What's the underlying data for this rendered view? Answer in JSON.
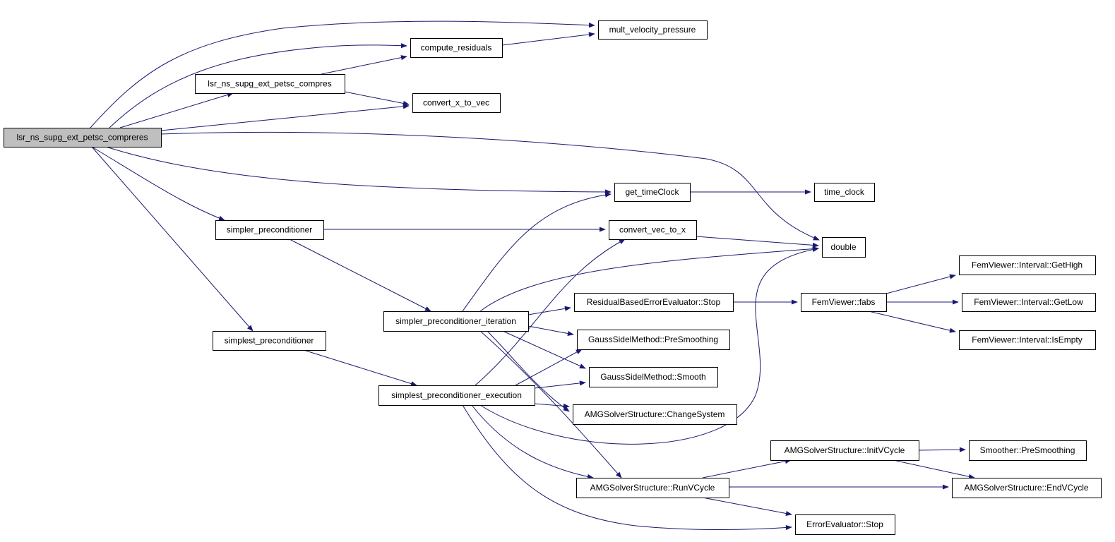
{
  "diagram": {
    "type": "call-graph",
    "edge_color": "#191970",
    "root_fill": "#bfbfbf",
    "node_fill": "#ffffff",
    "nodes": [
      {
        "id": "root",
        "label": "lsr_ns_supg_ext_petsc_compreres",
        "root": true
      },
      {
        "id": "mult_vp",
        "label": "mult_velocity_pressure"
      },
      {
        "id": "compute_res",
        "label": "compute_residuals"
      },
      {
        "id": "compres",
        "label": "lsr_ns_supg_ext_petsc_compres"
      },
      {
        "id": "x_to_vec",
        "label": "convert_x_to_vec"
      },
      {
        "id": "get_time",
        "label": "get_timeClock"
      },
      {
        "id": "time_clock",
        "label": "time_clock"
      },
      {
        "id": "simpler_pc",
        "label": "simpler_preconditioner"
      },
      {
        "id": "vec_to_x",
        "label": "convert_vec_to_x"
      },
      {
        "id": "double",
        "label": "double"
      },
      {
        "id": "simplest_pc",
        "label": "simplest_preconditioner"
      },
      {
        "id": "simpler_it",
        "label": "simpler_preconditioner_iteration"
      },
      {
        "id": "rbe_stop",
        "label": "ResidualBasedErrorEvaluator::Stop"
      },
      {
        "id": "fabs",
        "label": "FemViewer::fabs"
      },
      {
        "id": "gethigh",
        "label": "FemViewer::Interval::GetHigh"
      },
      {
        "id": "getlow",
        "label": "FemViewer::Interval::GetLow"
      },
      {
        "id": "isempty",
        "label": "FemViewer::Interval::IsEmpty"
      },
      {
        "id": "gs_pre",
        "label": "GaussSidelMethod::PreSmoothing"
      },
      {
        "id": "gs_smooth",
        "label": "GaussSidelMethod::Smooth"
      },
      {
        "id": "simplest_ex",
        "label": "simplest_preconditioner_execution"
      },
      {
        "id": "amg_change",
        "label": "AMGSolverStructure::ChangeSystem"
      },
      {
        "id": "amg_init",
        "label": "AMGSolverStructure::InitVCycle"
      },
      {
        "id": "sm_pre",
        "label": "Smoother::PreSmoothing"
      },
      {
        "id": "amg_run",
        "label": "AMGSolverStructure::RunVCycle"
      },
      {
        "id": "amg_end",
        "label": "AMGSolverStructure::EndVCycle"
      },
      {
        "id": "err_stop",
        "label": "ErrorEvaluator::Stop"
      }
    ],
    "edges": [
      [
        "root",
        "mult_vp"
      ],
      [
        "root",
        "compute_res"
      ],
      [
        "root",
        "compres"
      ],
      [
        "root",
        "x_to_vec"
      ],
      [
        "root",
        "double"
      ],
      [
        "root",
        "get_time"
      ],
      [
        "root",
        "simpler_pc"
      ],
      [
        "root",
        "simplest_pc"
      ],
      [
        "compute_res",
        "mult_vp"
      ],
      [
        "compres",
        "compute_res"
      ],
      [
        "compres",
        "x_to_vec"
      ],
      [
        "get_time",
        "time_clock"
      ],
      [
        "simpler_pc",
        "vec_to_x"
      ],
      [
        "simpler_pc",
        "simpler_it"
      ],
      [
        "vec_to_x",
        "double"
      ],
      [
        "simplest_pc",
        "simplest_ex"
      ],
      [
        "simpler_it",
        "get_time"
      ],
      [
        "simpler_it",
        "double"
      ],
      [
        "simpler_it",
        "rbe_stop"
      ],
      [
        "simpler_it",
        "gs_pre"
      ],
      [
        "simpler_it",
        "gs_smooth"
      ],
      [
        "simpler_it",
        "amg_change"
      ],
      [
        "simpler_it",
        "amg_run"
      ],
      [
        "rbe_stop",
        "fabs"
      ],
      [
        "fabs",
        "gethigh"
      ],
      [
        "fabs",
        "getlow"
      ],
      [
        "fabs",
        "isempty"
      ],
      [
        "simplest_ex",
        "vec_to_x"
      ],
      [
        "simplest_ex",
        "gs_pre"
      ],
      [
        "simplest_ex",
        "gs_smooth"
      ],
      [
        "simplest_ex",
        "amg_change"
      ],
      [
        "simplest_ex",
        "double"
      ],
      [
        "simplest_ex",
        "amg_run"
      ],
      [
        "simplest_ex",
        "err_stop"
      ],
      [
        "amg_run",
        "amg_init"
      ],
      [
        "amg_run",
        "amg_end"
      ],
      [
        "amg_run",
        "err_stop"
      ],
      [
        "amg_init",
        "sm_pre"
      ],
      [
        "amg_init",
        "amg_end"
      ]
    ]
  }
}
